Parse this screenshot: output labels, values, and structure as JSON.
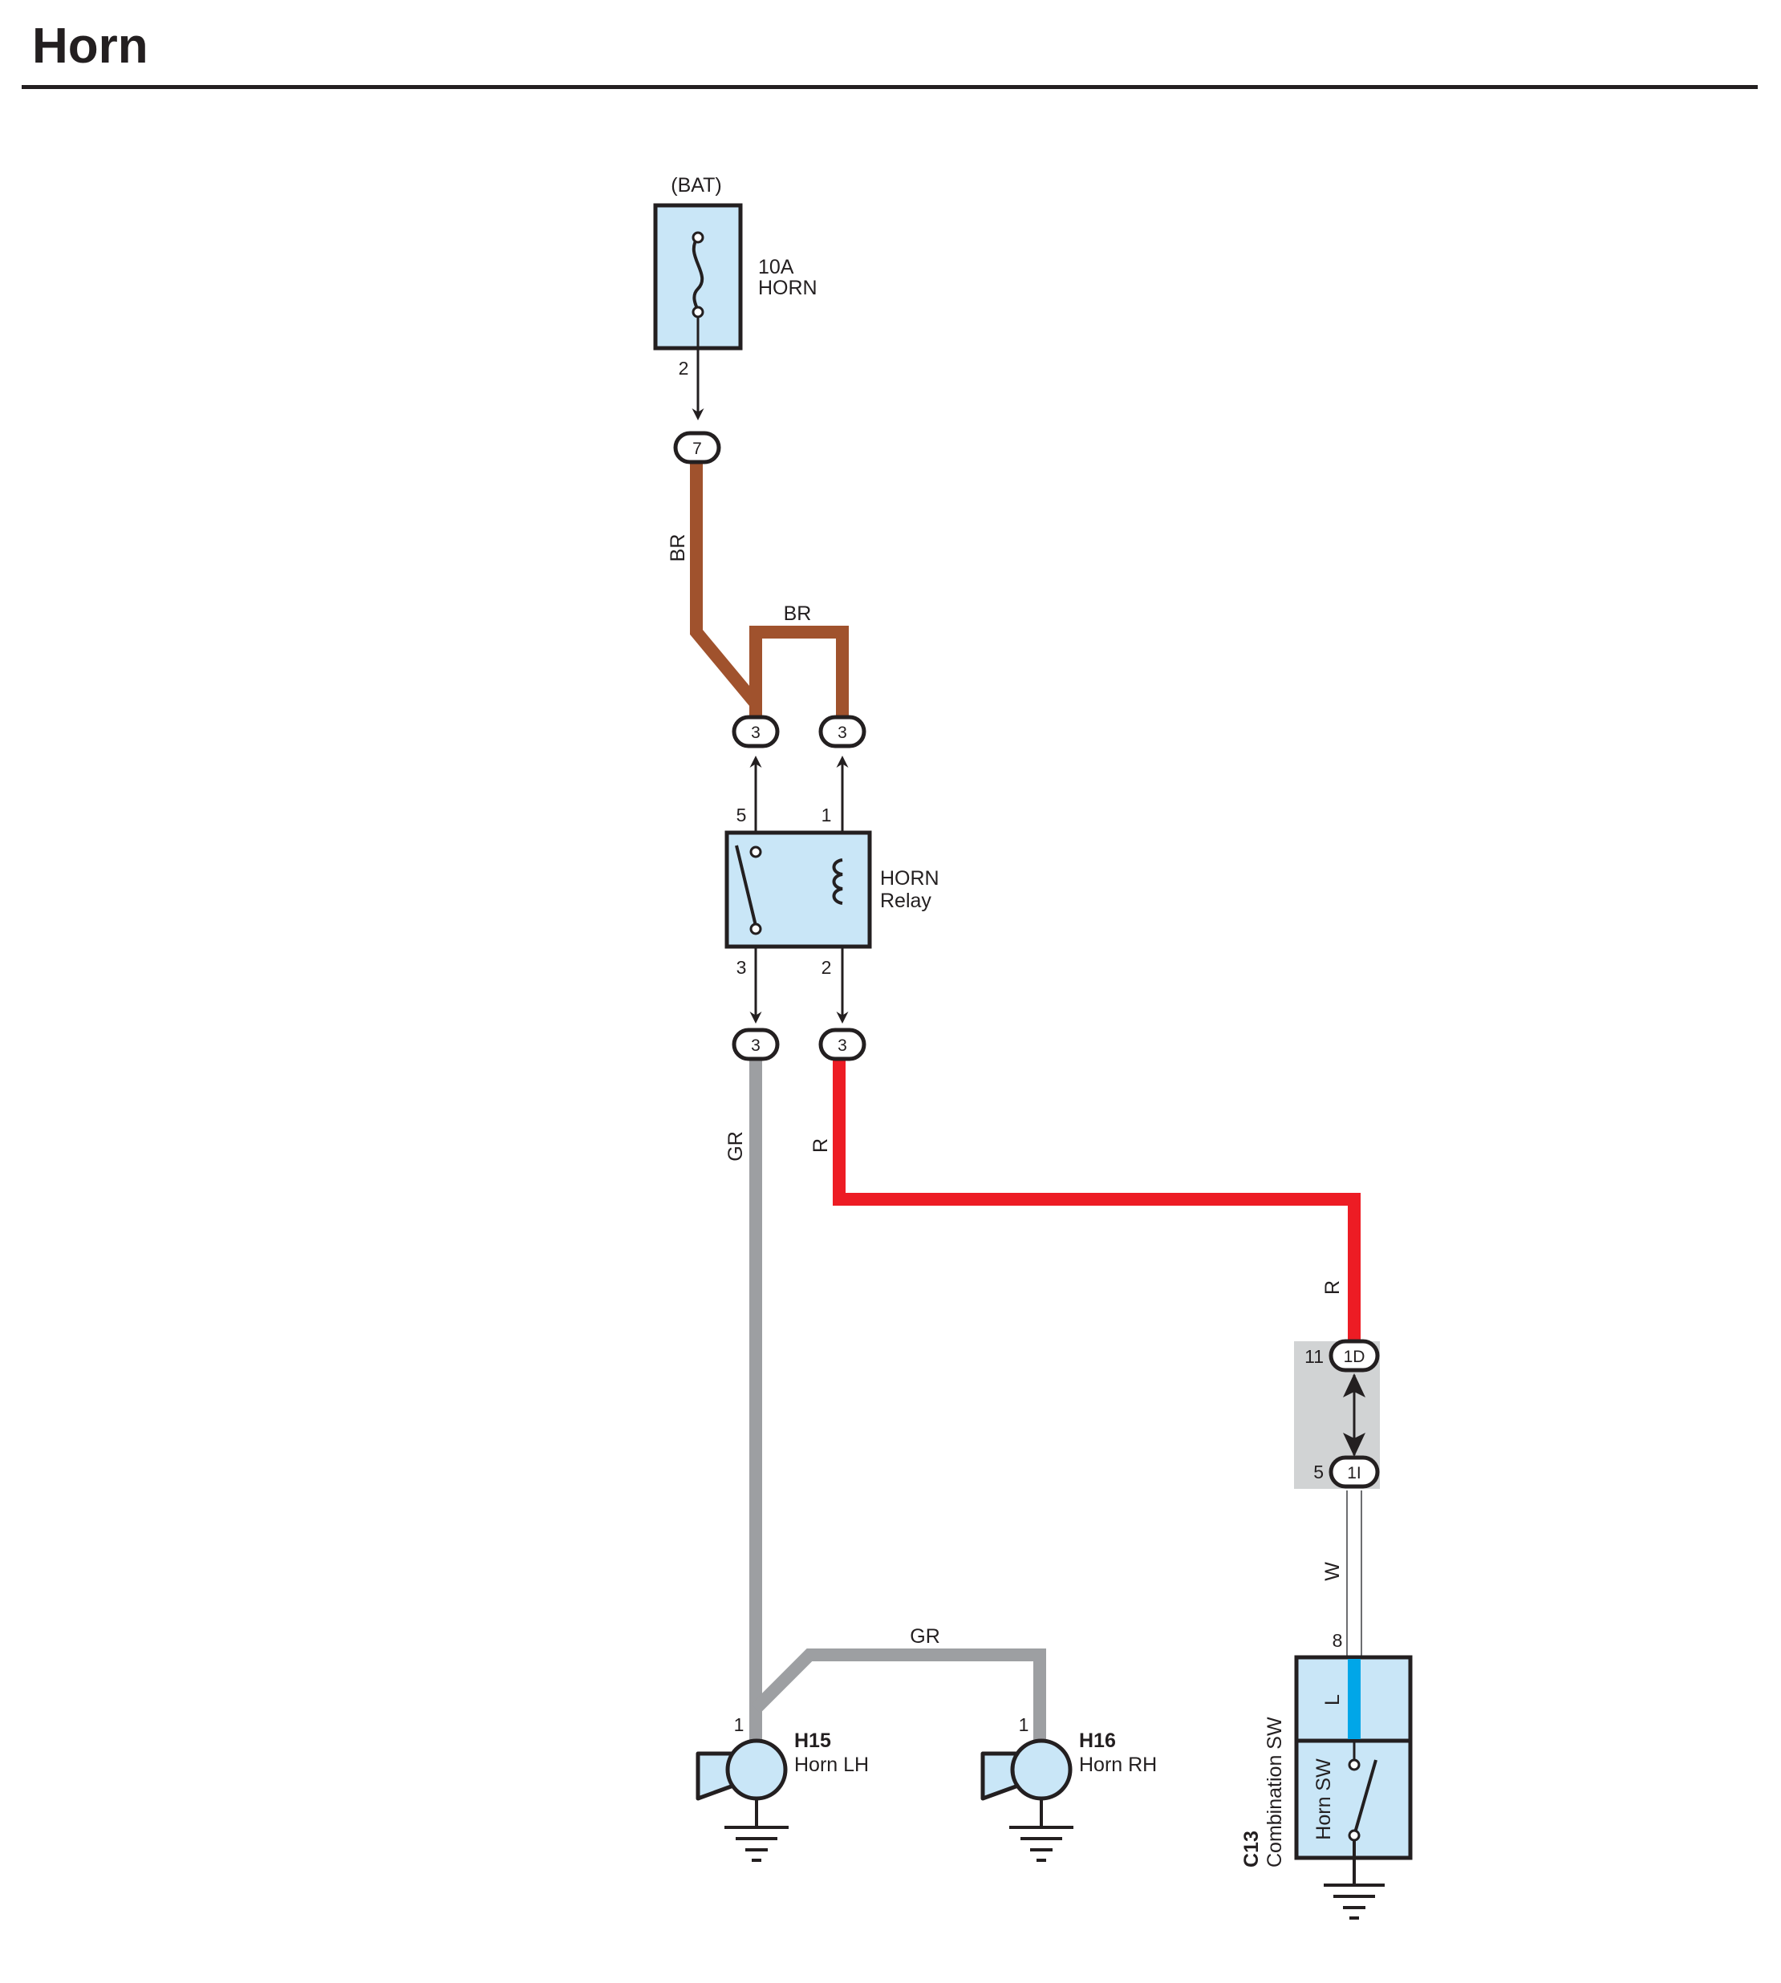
{
  "title": "Horn",
  "colors": {
    "component_fill": "#c9e6f7",
    "outline": "#231f20",
    "wire_br": "#a0522d",
    "wire_r": "#ed1c24",
    "wire_gr": "#9d9fa2",
    "wire_w": "#ffffff",
    "wire_l": "#00a6e8",
    "junction_block": "#d1d3d4"
  },
  "fuse": {
    "source": "(BAT)",
    "rating": "10A",
    "name": "HORN",
    "pin": "2"
  },
  "relay": {
    "line1": "HORN",
    "line2": "Relay",
    "pins": {
      "p5": "5",
      "p1": "1",
      "p3": "3",
      "p2": "2"
    }
  },
  "connectors": {
    "c7": "7",
    "c3a": "3",
    "c3b": "3",
    "c3c": "3",
    "c3d": "3",
    "c1D": "1D",
    "c1I": "1I"
  },
  "junction_pins": {
    "upper": "11",
    "lower": "5"
  },
  "wires": {
    "br1": "BR",
    "br2": "BR",
    "gr1": "GR",
    "gr2": "GR",
    "r1": "R",
    "r2": "R",
    "w": "W",
    "l": "L"
  },
  "horn_lh": {
    "code": "H15",
    "name": "Horn LH",
    "pin": "1"
  },
  "horn_rh": {
    "code": "H16",
    "name": "Horn RH",
    "pin": "1"
  },
  "combination_sw": {
    "code": "C13",
    "name": "Combination SW",
    "sub": "Horn SW",
    "pin": "8"
  }
}
